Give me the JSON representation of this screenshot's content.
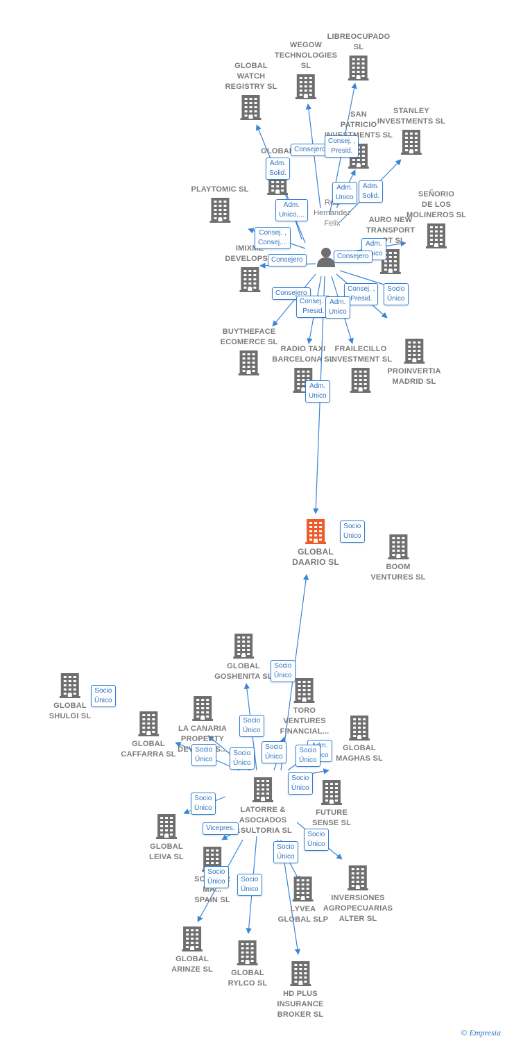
{
  "person": {
    "name": "Ruiz\nHernandez\nFelix"
  },
  "main_company": {
    "name": "GLOBAL\nDAARIO SL",
    "color": "#f05a28"
  },
  "companies": [
    {
      "id": "globalwatch",
      "name": "GLOBAL\nWATCH\nREGISTRY SL"
    },
    {
      "id": "wegow",
      "name": "WEGOW\nTECHNOLOGIES\nSL"
    },
    {
      "id": "libreocupado",
      "name": "LIBREOCUPADO\nSL"
    },
    {
      "id": "sanpatricio",
      "name": "SAN\nPATRICIO\nINVESTMENTS SL"
    },
    {
      "id": "stanley",
      "name": "STANLEY\nINVESTMENTS SL"
    },
    {
      "id": "globalon",
      "name": "GLOBAL\nON..."
    },
    {
      "id": "playtomic",
      "name": "PLAYTOMIC SL"
    },
    {
      "id": "senorio",
      "name": "SEÑORIO\nDE LOS\nMOLINEROS SL"
    },
    {
      "id": "auronew",
      "name": "AURO NEW\nTRANSPORT\n...PT SL"
    },
    {
      "id": "imixme",
      "name": "IMIXME\nDEVELOPS..."
    },
    {
      "id": "proinvertia",
      "name": "PROINVERTIA\nMADRID SL"
    },
    {
      "id": "buytheface",
      "name": "BUYTHEFACE\nECOMERCE SL"
    },
    {
      "id": "radiotaxi",
      "name": "RADIO TAXI\nBARCELONA SL"
    },
    {
      "id": "frailecillo",
      "name": "FRAILECILLO\nINVESTMENT SL"
    },
    {
      "id": "boom",
      "name": "BOOM\nVENTURES SL"
    },
    {
      "id": "goshenita",
      "name": "GLOBAL\nGOSHENITA SL"
    },
    {
      "id": "shulgi",
      "name": "GLOBAL\nSHULGI SL"
    },
    {
      "id": "toro",
      "name": "TORO\nVENTURES\nFINANCIAL..."
    },
    {
      "id": "lacanaria",
      "name": "LA CANARIA\nPROPERTY\nDEVEL...TS..."
    },
    {
      "id": "caffarra",
      "name": "GLOBAL\nCAFFARRA SL"
    },
    {
      "id": "maghas",
      "name": "GLOBAL\nMAGHAS SL"
    },
    {
      "id": "latorre",
      "name": "LATORRE &\nASOCIADOS\n...SULTORIA SL"
    },
    {
      "id": "future",
      "name": "FUTURE\nSENSE SL"
    },
    {
      "id": "leiva",
      "name": "GLOBAL\nLEIVA SL"
    },
    {
      "id": "schw",
      "name": "SCHW...R\nMA...\nSPAIN SL"
    },
    {
      "id": "lyvea",
      "name": "LYVEA\nGLOBAL SLP"
    },
    {
      "id": "inversiones",
      "name": "INVERSIONES\nAGROPECUARIAS\nALTER SL"
    },
    {
      "id": "arinze",
      "name": "GLOBAL\nARINZE SL"
    },
    {
      "id": "rylco",
      "name": "GLOBAL\nRYLCO SL"
    },
    {
      "id": "hdplus",
      "name": "HD PLUS\nINSURANCE\nBROKER SL"
    }
  ],
  "edge_labels": [
    "Consejero",
    "Consej. ,\nPresid.",
    "Adm.\nSolid.",
    "Adm.\nUnico",
    "Adm.\nSolid.",
    "Adm.\nUnico,...",
    "Consej. ,\nConsej....",
    "Adm.\nUnico",
    "Consejero",
    "Consejero",
    "Consejero",
    "Consej. ,\nPresid.",
    "Consej. ,\nPresid.",
    "Adm.\nUnico",
    "Socio\nÚnico",
    "Adm.\nUnico",
    "Socio\nÚnico",
    "Socio\nÚnico",
    "Socio\nÚnico",
    "Socio\nÚnico",
    "Socio\nÚnico",
    "Socio\nÚnico",
    "Socio\nÚnico",
    "Adm.\nUnico",
    "Socio\nÚnico",
    "Socio\nÚnico",
    "Vicepres.",
    "Socio\nÚnico",
    "Socio\nÚnico",
    "Socio\nÚnico",
    "Socio\nÚnico",
    "Socio\nÚnico"
  ],
  "footer": {
    "text": "Empresia",
    "symbol": "©"
  },
  "colors": {
    "edge": "#3a84d6",
    "building": "#6f6f6f",
    "main_building": "#f05a28"
  }
}
